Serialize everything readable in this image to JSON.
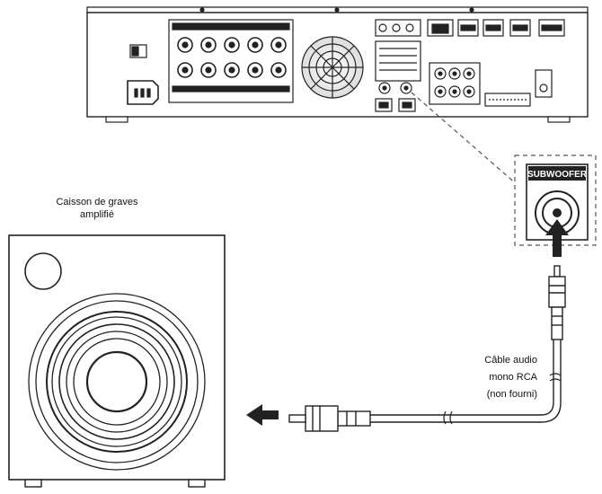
{
  "diagram": {
    "subwoofer_label": "Caisson de graves\namplifié",
    "cable_label": "Câble audio\nmono RCA\n(non fourni)",
    "jack_label": "SUBWOOFER"
  }
}
